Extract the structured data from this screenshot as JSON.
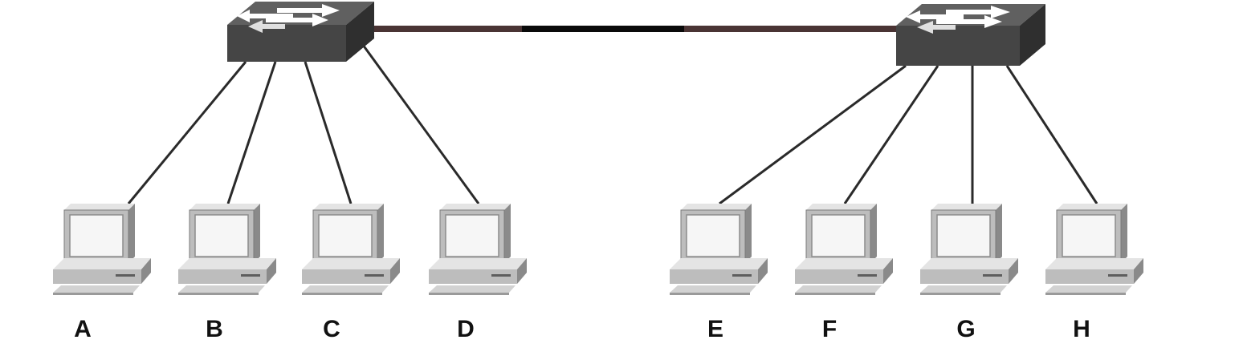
{
  "switches": [
    {
      "id": "switch-left",
      "icon": "network-switch-icon"
    },
    {
      "id": "switch-right",
      "icon": "network-switch-icon"
    }
  ],
  "hosts": [
    {
      "label": "A",
      "icon": "desktop-computer-icon",
      "switch": "switch-left"
    },
    {
      "label": "B",
      "icon": "desktop-computer-icon",
      "switch": "switch-left"
    },
    {
      "label": "C",
      "icon": "desktop-computer-icon",
      "switch": "switch-left"
    },
    {
      "label": "D",
      "icon": "desktop-computer-icon",
      "switch": "switch-left"
    },
    {
      "label": "E",
      "icon": "desktop-computer-icon",
      "switch": "switch-right"
    },
    {
      "label": "F",
      "icon": "desktop-computer-icon",
      "switch": "switch-right"
    },
    {
      "label": "G",
      "icon": "desktop-computer-icon",
      "switch": "switch-right"
    },
    {
      "label": "H",
      "icon": "desktop-computer-icon",
      "switch": "switch-right"
    }
  ],
  "colors": {
    "switch_top": "#5a5a5a",
    "switch_front": "#3e3e3e",
    "switch_side": "#2c2c2c",
    "arrow": "#ffffff",
    "link": "#2a2a2a",
    "trunk": "#3a2a2a",
    "pc_light": "#e4e4e4",
    "pc_mid": "#bdbdbd",
    "pc_dark": "#8a8a8a",
    "label": "#111111"
  }
}
